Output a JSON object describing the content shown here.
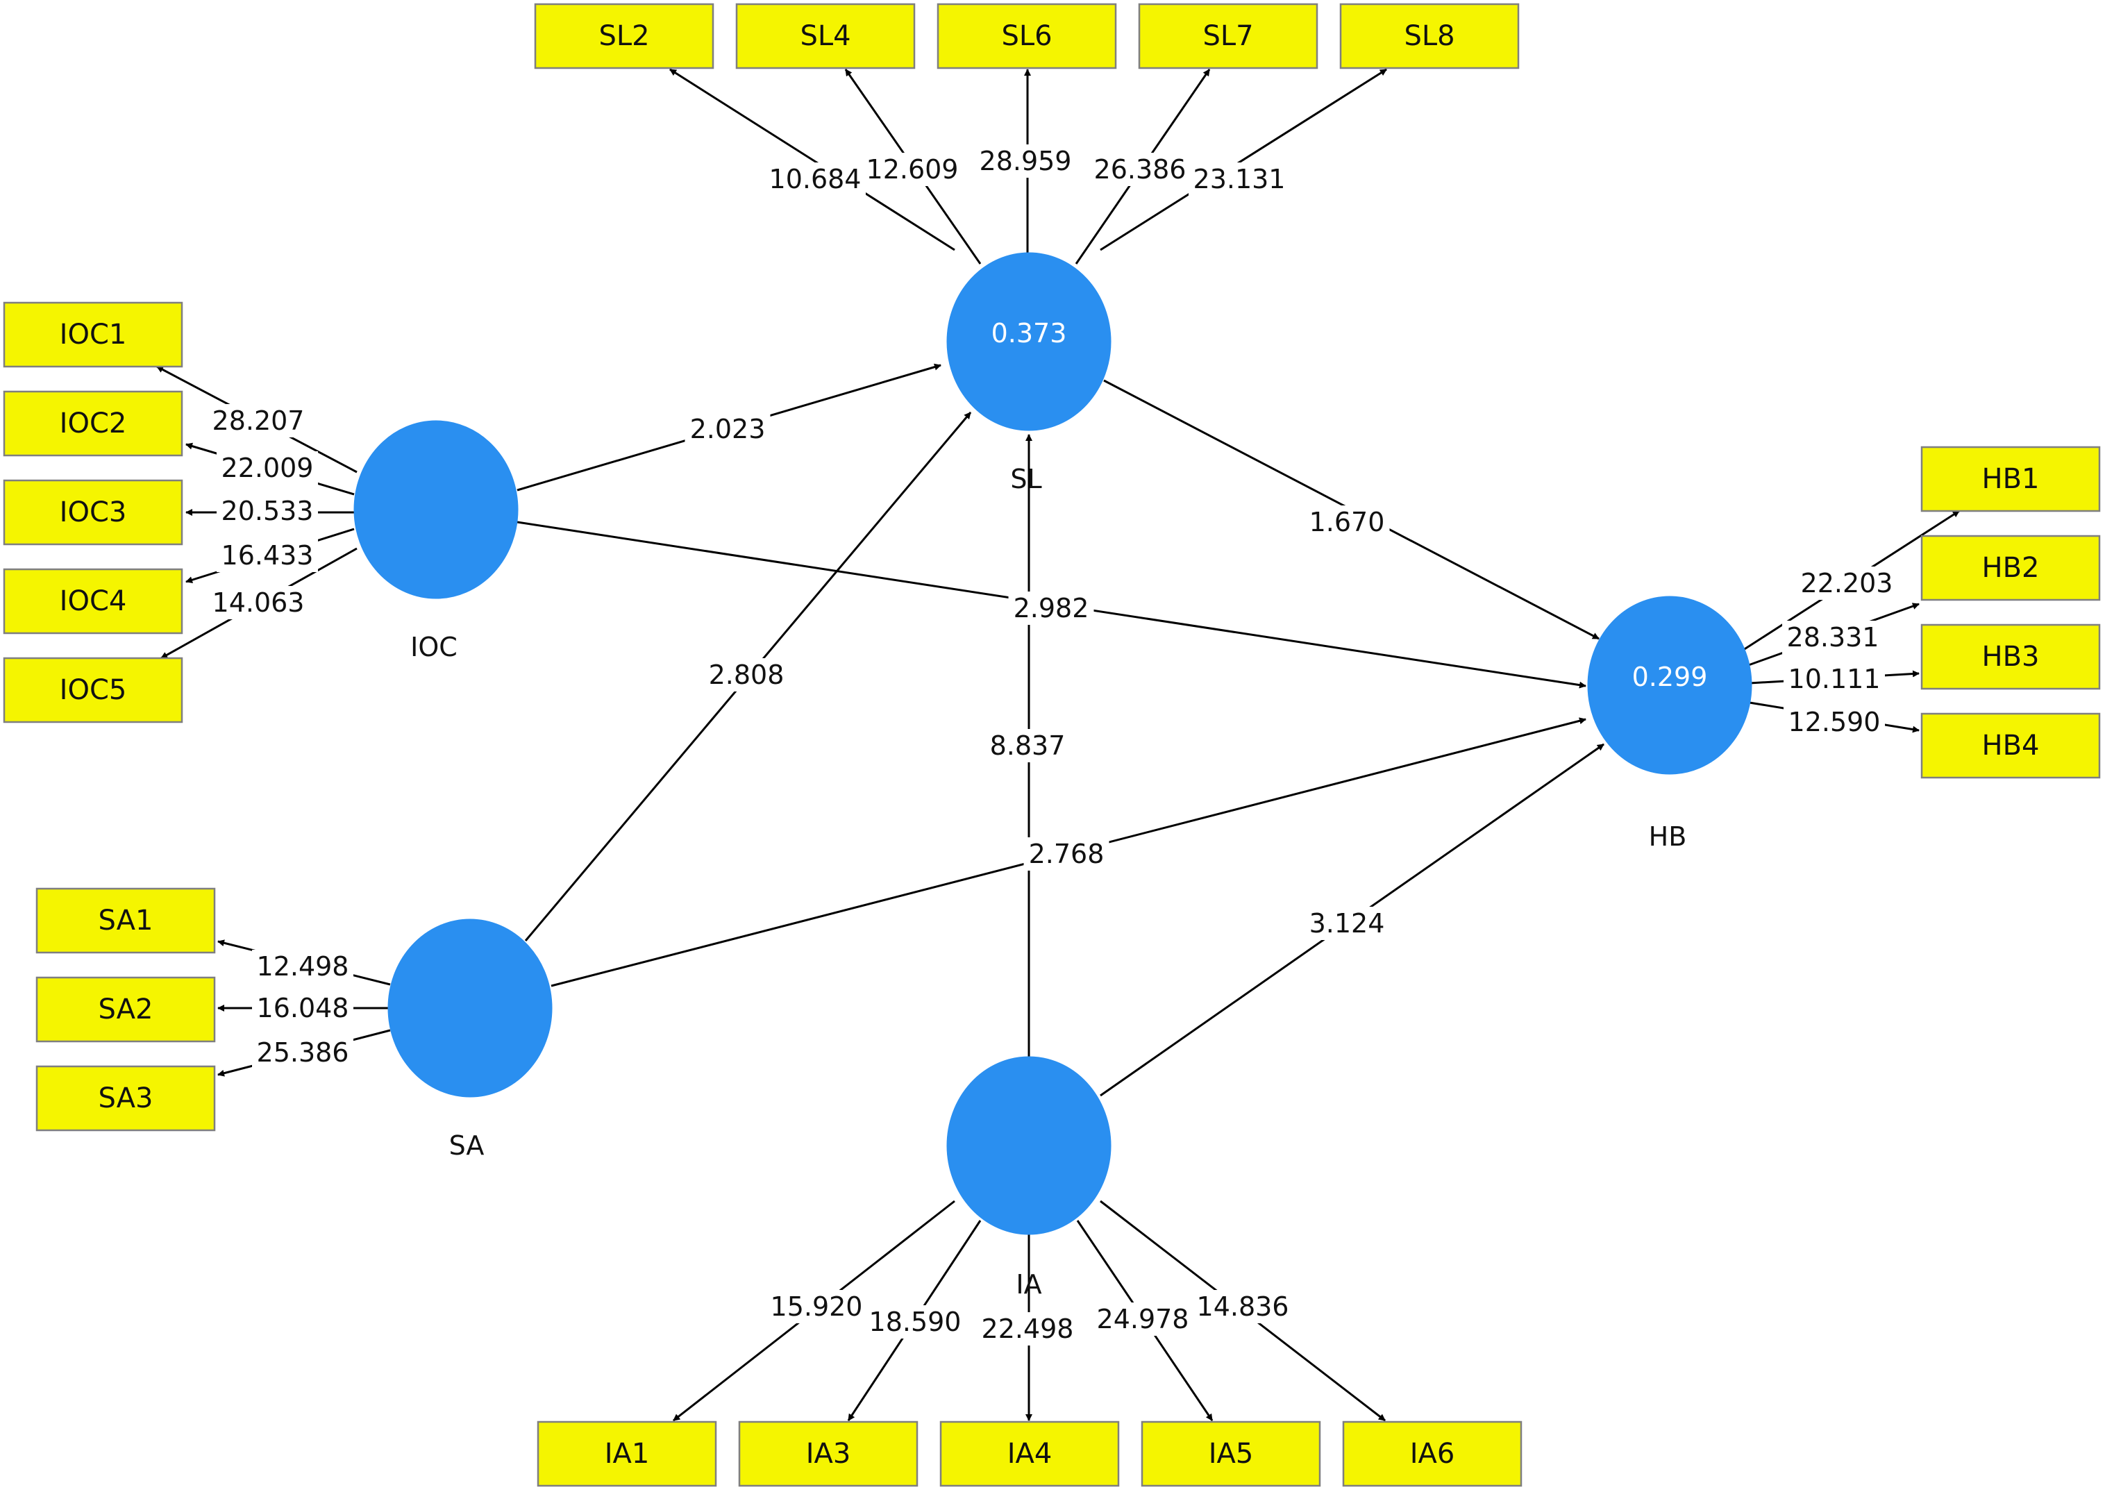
{
  "latents": [
    {
      "id": "SL",
      "name": "SL",
      "value": "0.373"
    },
    {
      "id": "IOC",
      "name": "IOC",
      "value": ""
    },
    {
      "id": "HB",
      "name": "HB",
      "value": "0.299"
    },
    {
      "id": "SA",
      "name": "SA",
      "value": ""
    },
    {
      "id": "IA",
      "name": "IA",
      "value": ""
    }
  ],
  "indicators": [
    {
      "id": "SL2",
      "label": "SL2"
    },
    {
      "id": "SL4",
      "label": "SL4"
    },
    {
      "id": "SL6",
      "label": "SL6"
    },
    {
      "id": "SL7",
      "label": "SL7"
    },
    {
      "id": "SL8",
      "label": "SL8"
    },
    {
      "id": "IOC1",
      "label": "IOC1"
    },
    {
      "id": "IOC2",
      "label": "IOC2"
    },
    {
      "id": "IOC3",
      "label": "IOC3"
    },
    {
      "id": "IOC4",
      "label": "IOC4"
    },
    {
      "id": "IOC5",
      "label": "IOC5"
    },
    {
      "id": "HB1",
      "label": "HB1"
    },
    {
      "id": "HB2",
      "label": "HB2"
    },
    {
      "id": "HB3",
      "label": "HB3"
    },
    {
      "id": "HB4",
      "label": "HB4"
    },
    {
      "id": "SA1",
      "label": "SA1"
    },
    {
      "id": "SA2",
      "label": "SA2"
    },
    {
      "id": "SA3",
      "label": "SA3"
    },
    {
      "id": "IA1",
      "label": "IA1"
    },
    {
      "id": "IA3",
      "label": "IA3"
    },
    {
      "id": "IA4",
      "label": "IA4"
    },
    {
      "id": "IA5",
      "label": "IA5"
    },
    {
      "id": "IA6",
      "label": "IA6"
    }
  ],
  "outer_paths": [
    {
      "from": "SL",
      "to": "SL2",
      "value": "10.684"
    },
    {
      "from": "SL",
      "to": "SL4",
      "value": "12.609"
    },
    {
      "from": "SL",
      "to": "SL6",
      "value": "28.959"
    },
    {
      "from": "SL",
      "to": "SL7",
      "value": "26.386"
    },
    {
      "from": "SL",
      "to": "SL8",
      "value": "23.131"
    },
    {
      "from": "IOC",
      "to": "IOC1",
      "value": "28.207"
    },
    {
      "from": "IOC",
      "to": "IOC2",
      "value": "22.009"
    },
    {
      "from": "IOC",
      "to": "IOC3",
      "value": "20.533"
    },
    {
      "from": "IOC",
      "to": "IOC4",
      "value": "16.433"
    },
    {
      "from": "IOC",
      "to": "IOC5",
      "value": "14.063"
    },
    {
      "from": "HB",
      "to": "HB1",
      "value": "22.203"
    },
    {
      "from": "HB",
      "to": "HB2",
      "value": "28.331"
    },
    {
      "from": "HB",
      "to": "HB3",
      "value": "10.111"
    },
    {
      "from": "HB",
      "to": "HB4",
      "value": "12.590"
    },
    {
      "from": "SA",
      "to": "SA1",
      "value": "12.498"
    },
    {
      "from": "SA",
      "to": "SA2",
      "value": "16.048"
    },
    {
      "from": "SA",
      "to": "SA3",
      "value": "25.386"
    },
    {
      "from": "IA",
      "to": "IA1",
      "value": "15.920"
    },
    {
      "from": "IA",
      "to": "IA3",
      "value": "18.590"
    },
    {
      "from": "IA",
      "to": "IA4",
      "value": "22.498"
    },
    {
      "from": "IA",
      "to": "IA5",
      "value": "24.978"
    },
    {
      "from": "IA",
      "to": "IA6",
      "value": "14.836"
    }
  ],
  "inner_paths": [
    {
      "from": "IOC",
      "to": "SL",
      "value": "2.023"
    },
    {
      "from": "SA",
      "to": "SL",
      "value": "2.808"
    },
    {
      "from": "IA",
      "to": "SL",
      "value": "8.837"
    },
    {
      "from": "SL",
      "to": "HB",
      "value": "1.670"
    },
    {
      "from": "IOC",
      "to": "HB",
      "value": "2.982"
    },
    {
      "from": "SA",
      "to": "HB",
      "value": "2.768"
    },
    {
      "from": "IA",
      "to": "HB",
      "value": "3.124"
    }
  ]
}
